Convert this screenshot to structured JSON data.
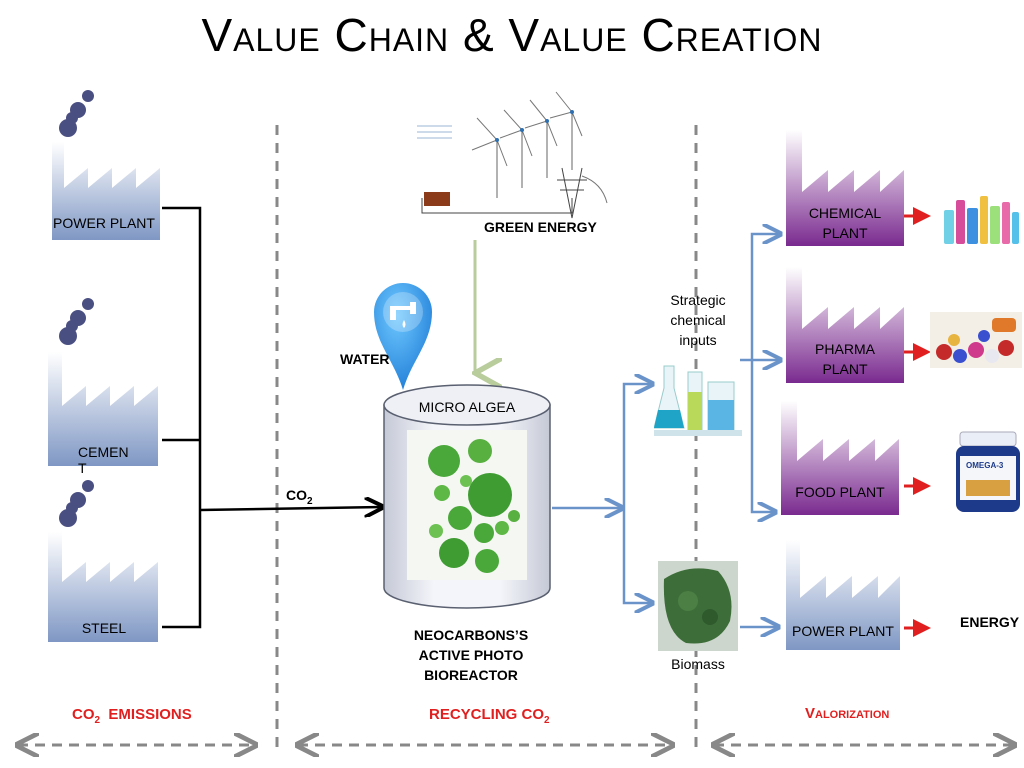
{
  "title": "Value Chain & Value Creation",
  "sources": {
    "power_plant": "POWER PLANT",
    "cement": "CEMEN\nT",
    "steel": "STEEL"
  },
  "co2_label": "CO",
  "co2_sub": "2",
  "green_energy": "GREEN ENERGY",
  "water": "WATER",
  "micro_algea": "MICRO ALGEA",
  "bioreactor": "NEOCARBONS’S\nACTIVE PHOTO\nBIOREACTOR",
  "strategic_inputs": "Strategic\nchemical\ninputs",
  "biomass": "Biomass",
  "products": {
    "chemical_plant": "CHEMICAL\nPLANT",
    "pharma_plant": "PHARMA\nPLANT",
    "food_plant": "FOOD PLANT",
    "power_plant": "POWER PLANT",
    "energy": "ENERGY"
  },
  "supplement_label": "OMEGA-3",
  "sections": {
    "emissions_prefix": "CO",
    "emissions_sub": "2",
    "emissions_rest": "  EMISSIONS",
    "recycling_prefix": "RECYCLING CO",
    "recycling_sub": "2",
    "valorization": "Valorization"
  },
  "colors": {
    "blue_factory": "#7f97c4",
    "purple_factory": "#7a2a8f",
    "arrow_blue": "#6a93c9",
    "arrow_red": "#e02020",
    "arrow_green": "#b9cc9c",
    "section_red": "#e02020"
  }
}
